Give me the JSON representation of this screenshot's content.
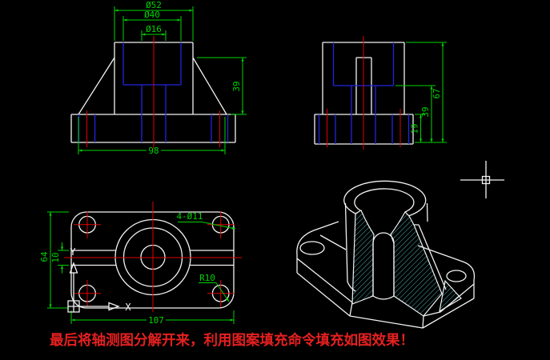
{
  "caption": {
    "text": "最后将轴测图分解开来，利用图案填充命令填充如图效果！"
  },
  "views": {
    "front": {
      "dia_outer": "Ø52",
      "dia_mid": "Ø40",
      "dia_inner": "Ø16",
      "slope_height": "39",
      "span_width": "98"
    },
    "side": {
      "base_height": "19",
      "mid_height": "39",
      "total_height": "67"
    },
    "top": {
      "depth": "64",
      "slot_width": "10",
      "width": "107",
      "holes_note": "4-Ø11",
      "corner_radius": "R10"
    }
  },
  "ucs": {
    "x_label": "X",
    "y_label": "Y"
  },
  "colors": {
    "background": "#000000",
    "outline": "#f2f2f2",
    "hidden": "#2424e0",
    "center": "#e00000",
    "dimension": "#00d300",
    "hatch": "#4fb3b3",
    "caption": "#e62020"
  }
}
